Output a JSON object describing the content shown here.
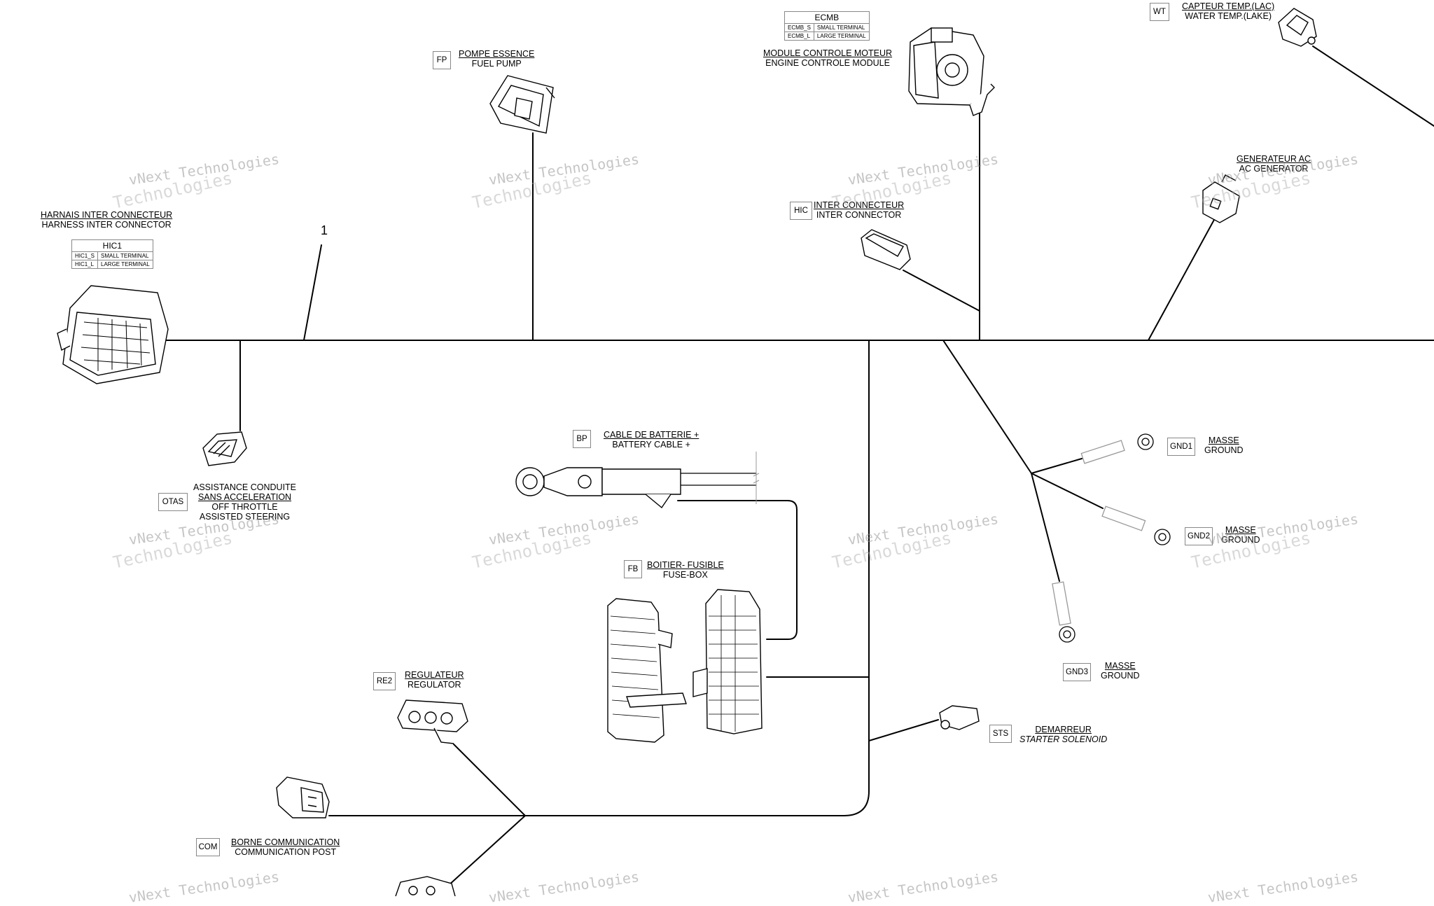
{
  "watermark": {
    "line1": "vNext Technologies",
    "line2": "Technologies",
    "tag": "vNext"
  },
  "callout_number": "1",
  "components": {
    "hic1": {
      "fr": "HARNAIS INTER CONNECTEUR",
      "en": "HARNESS INTER CONNECTOR",
      "table_title": "HIC1",
      "rows": [
        [
          "HIC1_S",
          "SMALL TERMINAL"
        ],
        [
          "HIC1_L",
          "LARGE TERMINAL"
        ]
      ]
    },
    "fp": {
      "code": "FP",
      "fr": "POMPE ESSENCE",
      "en": "FUEL PUMP"
    },
    "ecmb": {
      "fr": "MODULE CONTROLE MOTEUR",
      "en": "ENGINE CONTROLE MODULE",
      "table_title": "ECMB",
      "rows": [
        [
          "ECMB_S",
          "SMALL TERMINAL"
        ],
        [
          "ECMB_L",
          "LARGE TERMINAL"
        ]
      ]
    },
    "wt": {
      "code": "WT",
      "fr": "CAPTEUR TEMP.(LAC)",
      "en": "WATER TEMP.(LAKE)"
    },
    "hic": {
      "code": "HIC",
      "fr": "INTER CONNECTEUR",
      "en": "INTER CONNECTOR"
    },
    "ac": {
      "fr": "GENERATEUR AC",
      "en": "AC GENERATOR"
    },
    "otas": {
      "code": "OTAS",
      "fr1": "ASSISTANCE CONDUITE",
      "fr2": "SANS ACCELERATION",
      "en1": "OFF THROTTLE",
      "en2": "ASSISTED STEERING"
    },
    "bp": {
      "code": "BP",
      "fr": "CABLE DE BATTERIE +",
      "en": "BATTERY CABLE +"
    },
    "fb": {
      "code": "FB",
      "fr": "BOITIER- FUSIBLE",
      "en": "FUSE-BOX"
    },
    "gnd1": {
      "code": "GND1",
      "fr": "MASSE",
      "en": "GROUND"
    },
    "gnd2": {
      "code": "GND2",
      "fr": "MASSE",
      "en": "GROUND"
    },
    "gnd3": {
      "code": "GND3",
      "fr": "MASSE",
      "en": "GROUND"
    },
    "re2": {
      "code": "RE2",
      "fr": "REGULATEUR",
      "en": "REGULATOR"
    },
    "sts": {
      "code": "STS",
      "fr": "DEMARREUR",
      "en": "STARTER SOLENOID"
    },
    "com": {
      "code": "COM",
      "fr": "BORNE COMMUNICATION",
      "en": "COMMUNICATION POST"
    }
  }
}
